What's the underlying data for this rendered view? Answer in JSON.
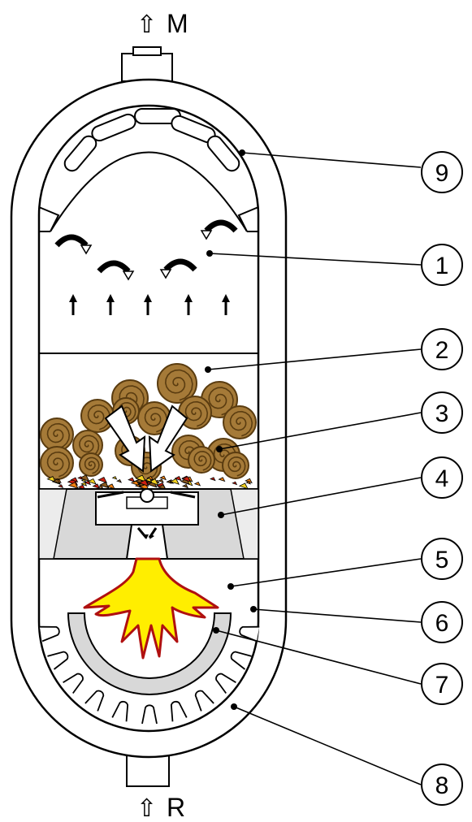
{
  "outlets": {
    "top": {
      "arrow": "⇧",
      "letter": "M"
    },
    "bottom": {
      "arrow": "⇧",
      "letter": "R"
    }
  },
  "callouts": [
    {
      "id": "9",
      "label": "9"
    },
    {
      "id": "1",
      "label": "1"
    },
    {
      "id": "2",
      "label": "2"
    },
    {
      "id": "3",
      "label": "3"
    },
    {
      "id": "4",
      "label": "4"
    },
    {
      "id": "5",
      "label": "5"
    },
    {
      "id": "6",
      "label": "6"
    },
    {
      "id": "7",
      "label": "7"
    },
    {
      "id": "8",
      "label": "8"
    }
  ],
  "colors": {
    "wood": "#a57a38",
    "wood_dark": "#5a3c10",
    "flame": "#ffee00",
    "flame_edge": "#b01010",
    "grate": "#d8d8d8",
    "ember_red": "#d02010",
    "ember_orange": "#f08010",
    "ember_yellow": "#f0d020"
  }
}
